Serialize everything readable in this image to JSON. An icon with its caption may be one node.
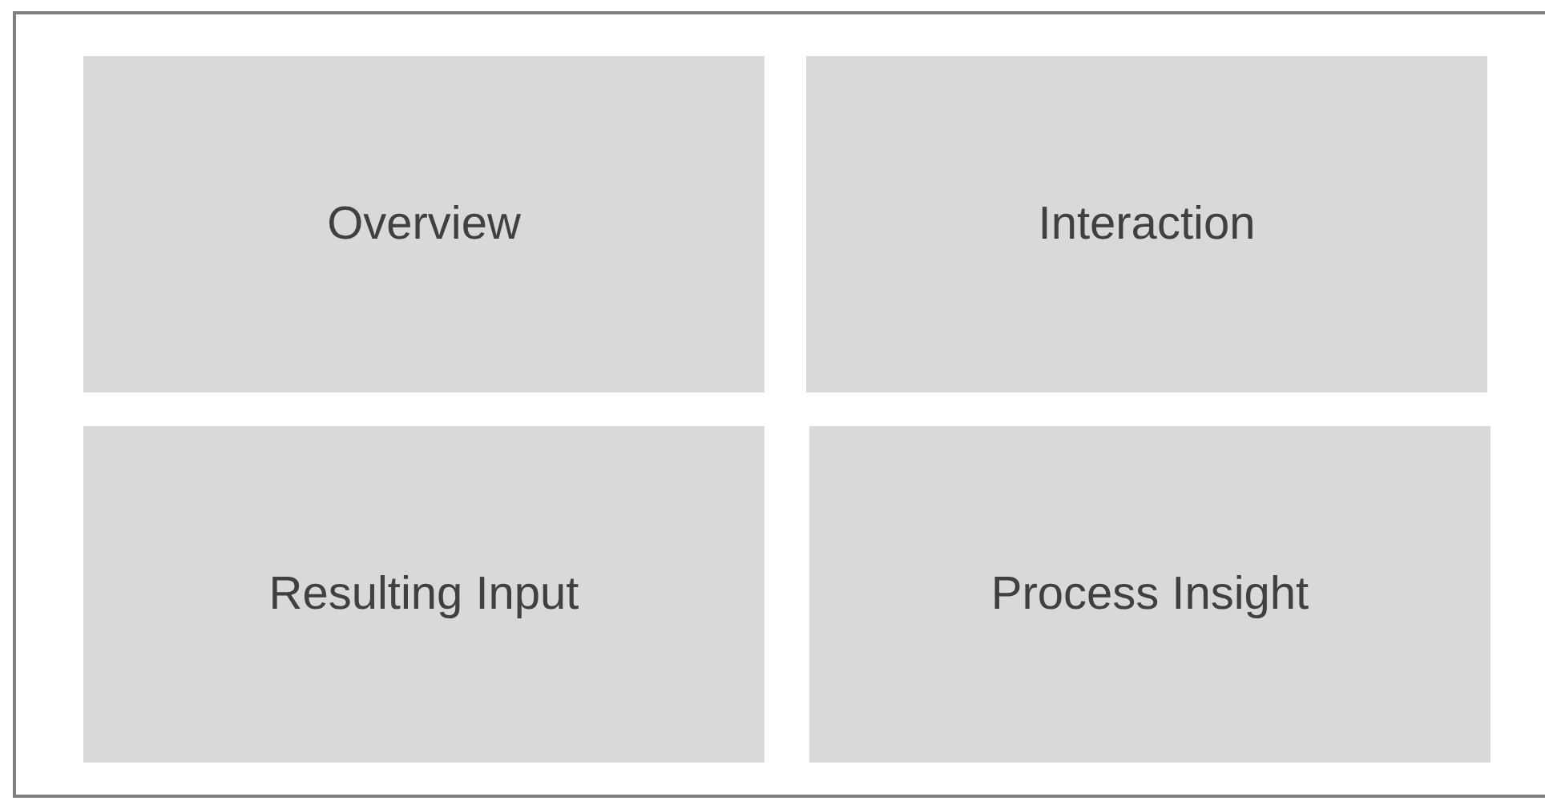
{
  "diagram": {
    "nodes": [
      {
        "text": [
          "Overview"
        ]
      },
      {
        "text": [
          "Interaction"
        ]
      },
      {
        "text": [
          "Resulting Input"
        ]
      },
      {
        "text": [
          "Process Insight"
        ]
      }
    ]
  }
}
